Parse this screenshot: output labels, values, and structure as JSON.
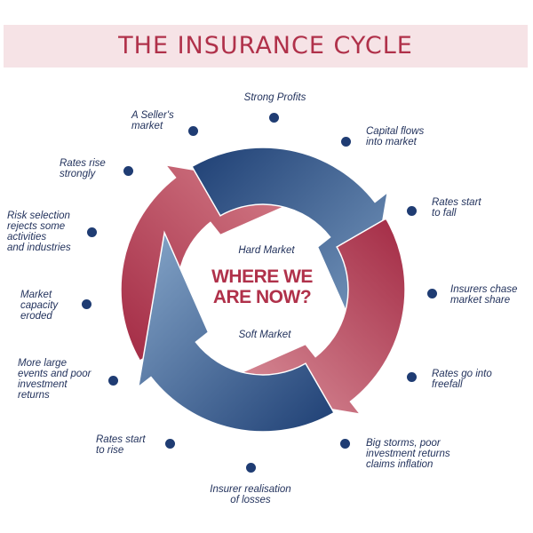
{
  "title": "THE INSURANCE CYCLE",
  "center": {
    "main": "WHERE WE\nARE NOW?",
    "top_label": "Hard Market",
    "bottom_label": "Soft Market"
  },
  "stages": [
    "Strong Profits",
    "Capital flows\ninto market",
    "Rates start\nto fall",
    "Insurers chase\nmarket share",
    "Rates go into\nfreefall",
    "Big storms, poor\ninvestment returns\nclaims inflation",
    "Insurer realisation\nof losses",
    "Rates start\nto rise",
    "More large\nevents and poor\ninvestment\nreturns",
    "Market\ncapacity\neroded",
    "Risk selection\nrejects some\nactivities\nand industries",
    "Rates rise\nstrongly",
    "A Seller's\nmarket"
  ],
  "colors": {
    "title": "#b0314a",
    "title_band": "#f6e3e6",
    "red_arrow": "#b0314a",
    "blue_arrow": "#2c5288",
    "label_text": "#1f2f5a",
    "dot": "#1f3c73"
  }
}
